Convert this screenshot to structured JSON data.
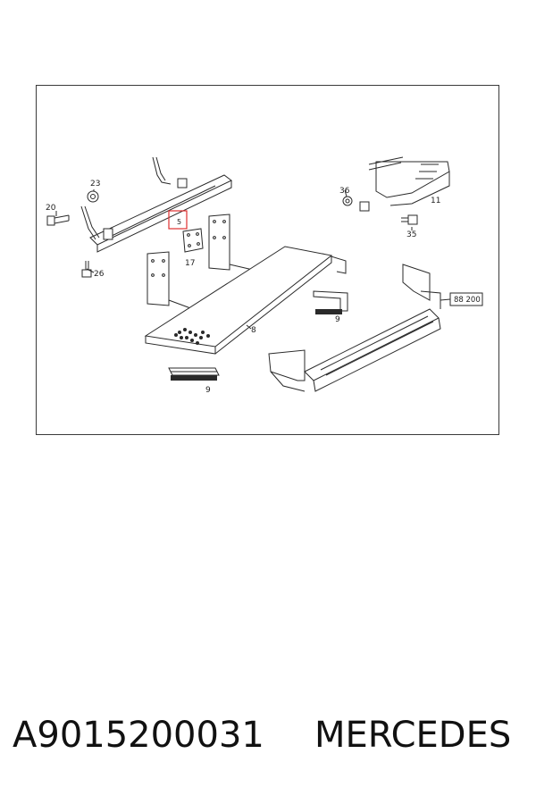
{
  "diagram": {
    "labels": {
      "l20": "20",
      "l23": "23",
      "l26": "26",
      "l5": "5",
      "l17": "17",
      "l36": "36",
      "l11": "11",
      "l35": "35",
      "l8": "8",
      "l9a": "9",
      "l9b": "9",
      "ref": "88 200"
    },
    "highlight_color": "#e03030"
  },
  "caption": {
    "part_number": "A9015200031",
    "brand": "MERCEDES"
  }
}
